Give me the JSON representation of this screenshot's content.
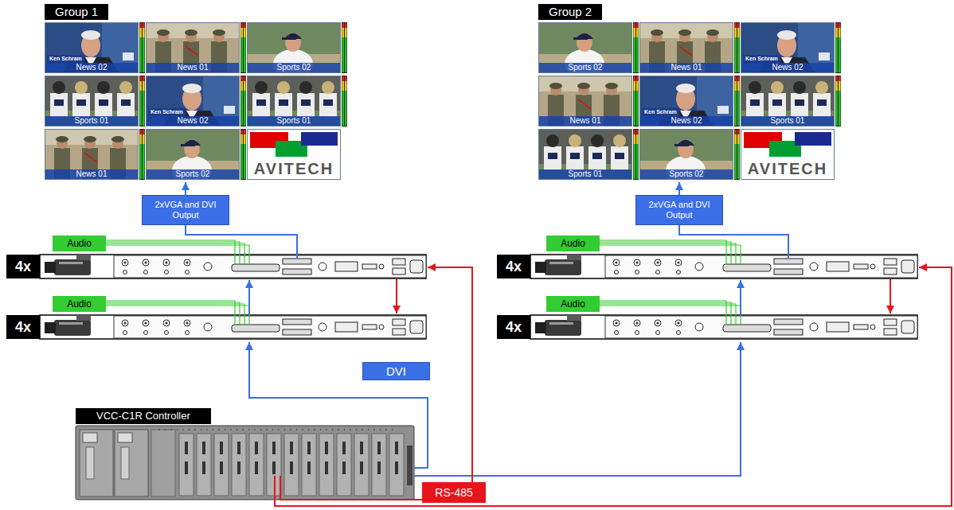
{
  "diagram": {
    "nodes": [
      {
        "text": [
          "Group 1"
        ]
      },
      {
        "text": [
          "News 02"
        ],
        "in": 0
      },
      {
        "text": [
          "News 01"
        ],
        "in": 0
      },
      {
        "text": [
          "Sports 02"
        ],
        "in": 0
      },
      {
        "text": [
          "Sports 01"
        ],
        "in": 0
      },
      {
        "text": [
          "News 02"
        ],
        "in": 0
      },
      {
        "text": [
          "Sports 01"
        ],
        "in": 0
      },
      {
        "text": [
          "News 01"
        ],
        "in": 0
      },
      {
        "text": [
          "Sports 02"
        ],
        "in": 0
      },
      {
        "text": [
          "AVITECH"
        ],
        "in": 0
      },
      {
        "text": [
          "Group 2"
        ]
      },
      {
        "text": [
          "Sports 02"
        ],
        "in": 10
      },
      {
        "text": [
          "News 01"
        ],
        "in": 10
      },
      {
        "text": [
          "News 02"
        ],
        "in": 10
      },
      {
        "text": [
          "News 01"
        ],
        "in": 10
      },
      {
        "text": [
          "News 02"
        ],
        "in": 10
      },
      {
        "text": [
          "Sports 01"
        ],
        "in": 10
      },
      {
        "text": [
          "Sports 01"
        ],
        "in": 10
      },
      {
        "text": [
          "Sports 02"
        ],
        "in": 10
      },
      {
        "text": [
          "AVITECH"
        ],
        "in": 10
      },
      {
        "text": [
          "2xVGA and DVI Output"
        ]
      },
      {
        "text": [
          "2xVGA and DVI Output"
        ]
      },
      {
        "text": [
          "Audio"
        ]
      },
      {
        "text": [
          "4x"
        ]
      },
      {
        "text": [
          "Audio"
        ]
      },
      {
        "text": [
          "4x"
        ]
      },
      {
        "text": [
          "Audio"
        ]
      },
      {
        "text": [
          "4x"
        ]
      },
      {
        "text": [
          "Audio"
        ]
      },
      {
        "text": [
          "4x"
        ]
      },
      {
        "text": [
          "DVI"
        ]
      },
      {
        "text": [
          "VCC-C1R Controller"
        ]
      },
      {
        "text": [
          "RS-485"
        ]
      }
    ],
    "edges": [
      {
        "from": 20,
        "to": 0,
        "arrow": "to"
      },
      {
        "from": 21,
        "to": 10,
        "arrow": "to"
      }
    ],
    "labels": [
      "Ken Schram",
      "Ken Schram",
      "Ken Schram",
      "Ken Schram"
    ]
  }
}
